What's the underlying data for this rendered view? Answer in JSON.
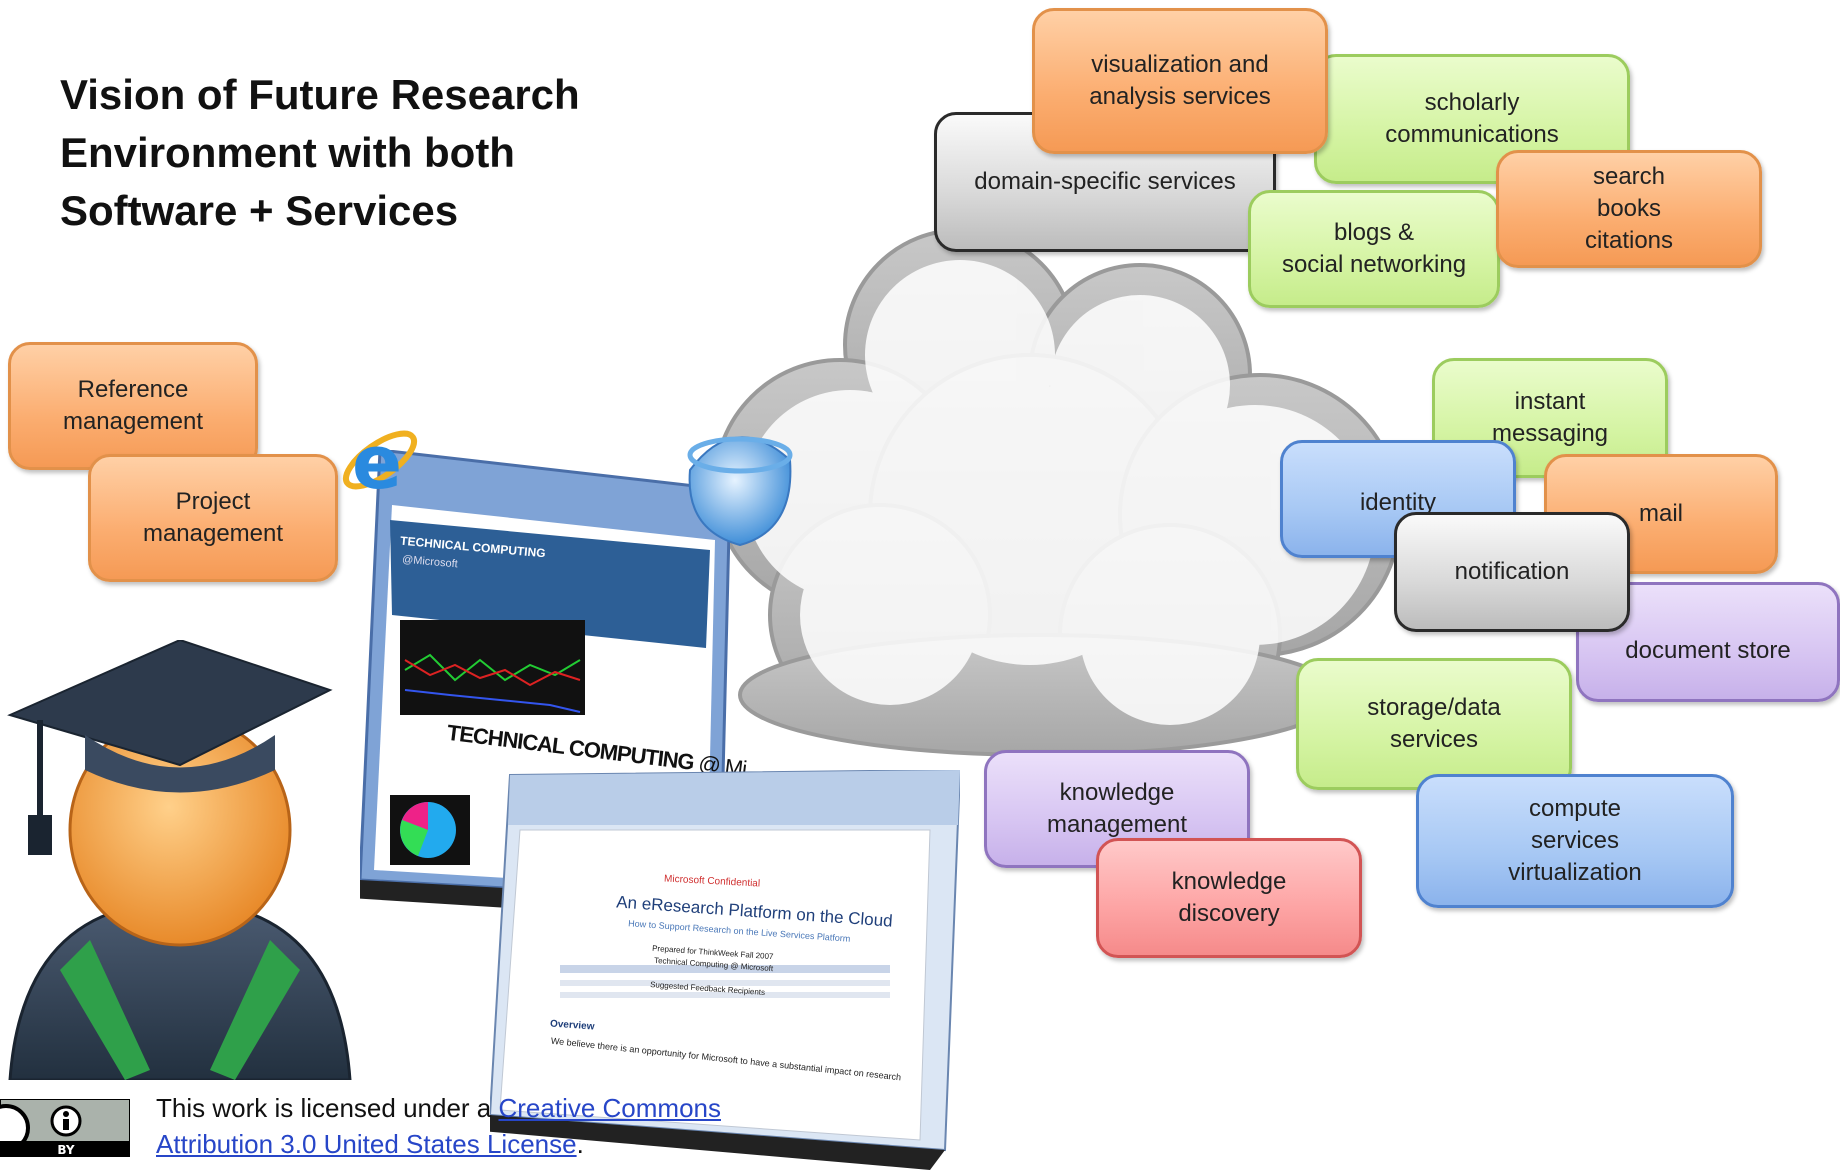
{
  "title": {
    "line1": "Vision of Future Research",
    "line2": "Environment with both",
    "line3": "Software + Services"
  },
  "boxes": {
    "visualization": "visualization and\nanalysis services",
    "scholarly": "scholarly\ncommunications",
    "domain": "domain-specific services",
    "blogs": "blogs &\nsocial networking",
    "search": "search\nbooks\ncitations",
    "reference": "Reference\nmanagement",
    "project": "Project\nmanagement",
    "instant": "instant\nmessaging",
    "identity": "identity",
    "mail": "mail",
    "notification": "notification",
    "document_store": "document store",
    "storage": "storage/data\nservices",
    "knowledge_mgmt": "knowledge\nmanagement",
    "knowledge_disc": "knowledge\ndiscovery",
    "compute": "compute\nservices\nvirtualization"
  },
  "screens": {
    "laptop_header": "TECHNICAL COMPUTING",
    "laptop_sub": "@Microsoft",
    "laptop_banner": "TECHNICAL COMPUTING",
    "laptop_banner_suffix": "@ Mi",
    "doc_confidential": "Microsoft Confidential",
    "doc_title": "An eResearch Platform on the Cloud",
    "doc_subtitle": "How to Support Research on the Live Services Platform",
    "doc_prepared": "Prepared for ThinkWeek Fall 2007",
    "doc_org": "Technical Computing @ Microsoft",
    "doc_table_title": "Suggested Feedback Recipients",
    "doc_overview": "Overview",
    "doc_body": "We believe there is an opportunity for Microsoft to have a substantial impact on research"
  },
  "license": {
    "prefix": "This work is licensed under a ",
    "link_line1": "Creative Commons",
    "link_line2": "Attribution 3.0 United States License",
    "suffix": ".",
    "badge_text": "BY"
  },
  "colors": {
    "orange": "#fbad70",
    "green": "#d5f4a4",
    "gray": "#d8d8d8",
    "blue": "#a7c8f4",
    "purple": "#d7c5f2",
    "red": "#fda3a3",
    "link": "#2746c8"
  }
}
